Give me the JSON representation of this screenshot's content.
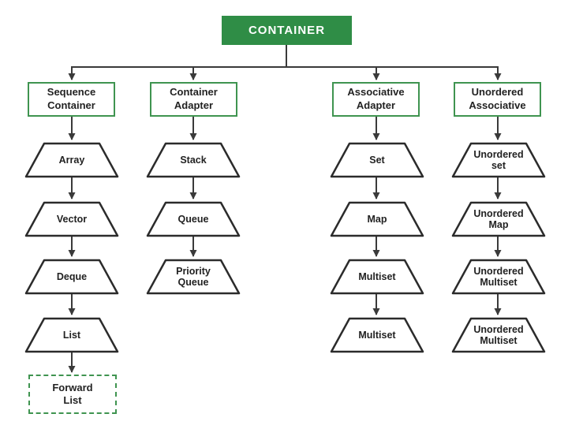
{
  "colors": {
    "brand_green": "#2f8d46",
    "box_border_green": "#3f9450",
    "connector_color": "#3a3a3a"
  },
  "diagram": {
    "root_label": "CONTAINER",
    "columns": [
      {
        "header": "Sequence\nContainer",
        "nodes": [
          "Array",
          "Vector",
          "Deque",
          "List"
        ],
        "dashed_node": "Forward\nList"
      },
      {
        "header": "Container\nAdapter",
        "nodes": [
          "Stack",
          "Queue",
          "Priority\nQueue"
        ]
      },
      {
        "header": "Associative\nAdapter",
        "nodes": [
          "Set",
          "Map",
          "Multiset",
          "Multiset"
        ]
      },
      {
        "header": "Unordered\nAssociative",
        "nodes": [
          "Unordered\nset",
          "Unordered\nMap",
          "Unordered\nMultiset",
          "Unordered\nMultiset"
        ]
      }
    ]
  }
}
